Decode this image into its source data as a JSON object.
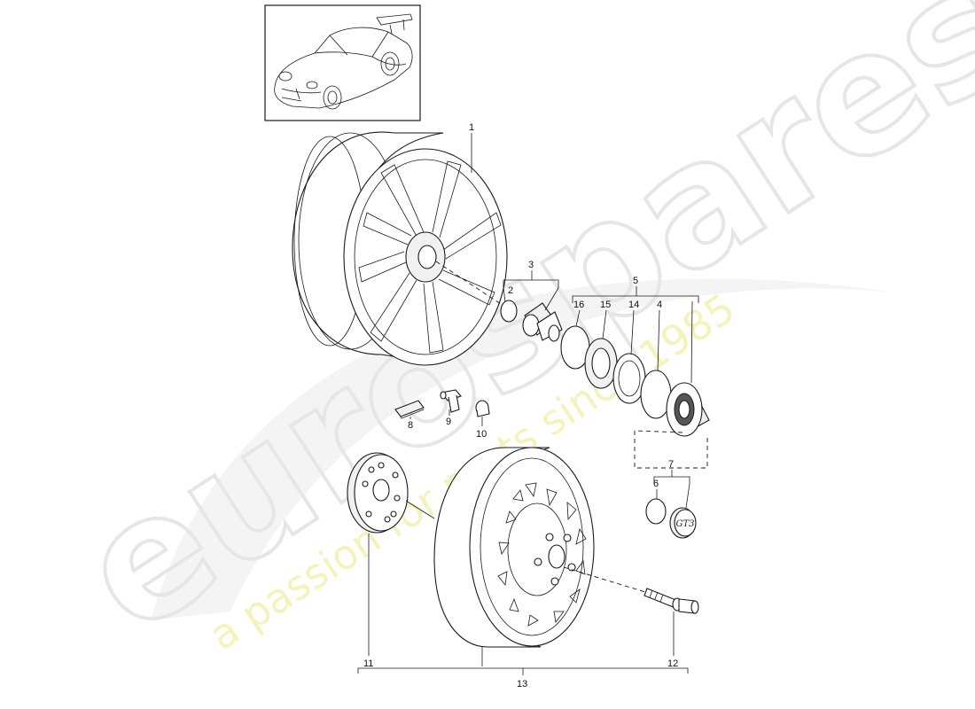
{
  "watermark": {
    "brand": "eurospares",
    "tagline": "a passion for parts since 1985"
  },
  "callouts": [
    {
      "id": "c1",
      "text": "1"
    },
    {
      "id": "c2",
      "text": "2"
    },
    {
      "id": "c3",
      "text": "3"
    },
    {
      "id": "c4",
      "text": "4"
    },
    {
      "id": "c5",
      "text": "5"
    },
    {
      "id": "c6",
      "text": "6"
    },
    {
      "id": "c7",
      "text": "7"
    },
    {
      "id": "c8",
      "text": "8"
    },
    {
      "id": "c9",
      "text": "9"
    },
    {
      "id": "c10",
      "text": "10"
    },
    {
      "id": "c11",
      "text": "11"
    },
    {
      "id": "c12",
      "text": "12"
    },
    {
      "id": "c13",
      "text": "13"
    },
    {
      "id": "c14",
      "text": "14"
    },
    {
      "id": "c15",
      "text": "15"
    },
    {
      "id": "c16",
      "text": "16"
    }
  ],
  "emblem_text": "GT3"
}
